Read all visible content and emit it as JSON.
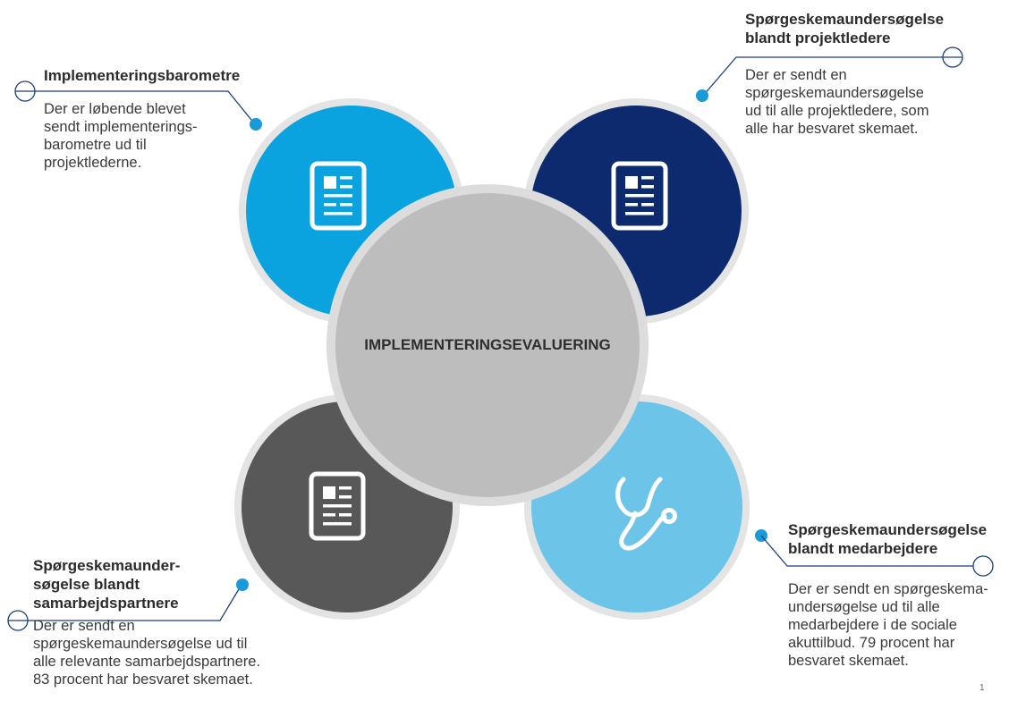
{
  "center": {
    "title": "IMPLEMENTERINGSEVALUERING",
    "fill": "#bdbdbd"
  },
  "petals": [
    {
      "id": "top-left",
      "color": "#0aa3e0",
      "icon": "document-icon",
      "title": "Implementeringsbarometre",
      "body": "Der er løbende blevet\nsendt implementerings-\nbarometre ud til\nprojektlederne."
    },
    {
      "id": "top-right",
      "color": "#0c2a6d",
      "icon": "document-icon",
      "title": "Spørgeskemaundersøgelse\nblandt projektledere",
      "body": "Der er sendt en\nspørgeskemaundersøgelse\nud til alle projektledere, som\nalle har besvaret skemaet."
    },
    {
      "id": "bottom-left",
      "color": "#585858",
      "icon": "document-icon",
      "title": "Spørgeskemaunder-\nsøgelse blandt\nsamarbejdspartnere",
      "body": "Der er sendt en\nspørgeskemaundersøgelse ud til\nalle relevante samarbejdspartnere.\n83 procent har besvaret skemaet."
    },
    {
      "id": "bottom-right",
      "color": "#6cc4e8",
      "icon": "stethoscope-icon",
      "title": "Spørgeskemaundersøgelse\nblandt medarbejdere",
      "body": "Der er sendt en spørgeskema-\nundersøgelse ud til alle\nmedarbejdere i de sociale\nakuttilbud. 79 procent har\nbesvaret skemaet."
    }
  ],
  "connector_color": "#1a3f7a",
  "dot_color": "#1a9ad6",
  "page_number": "1"
}
